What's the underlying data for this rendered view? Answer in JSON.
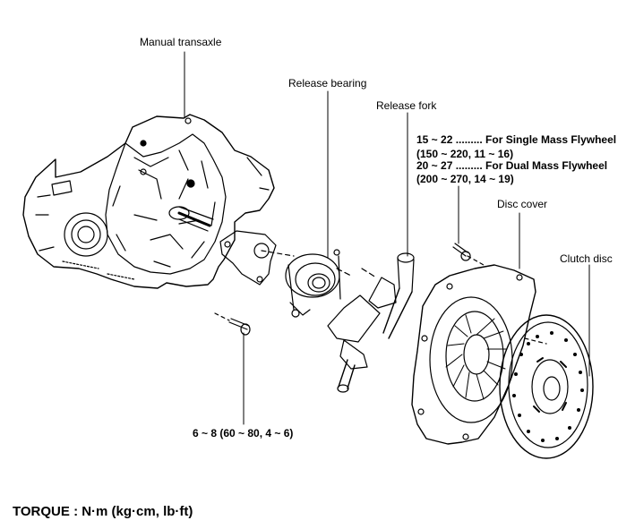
{
  "labels": {
    "manual_transaxle": "Manual  transaxle",
    "release_bearing": "Release bearing",
    "release_fork": "Release fork",
    "disc_cover": "Disc cover",
    "clutch_disc": "Clutch disc",
    "spec_line_1": "15 ~ 22 ......... For Single Mass Flywheel",
    "spec_line_2": "(150 ~ 220, 11 ~ 16)",
    "spec_line_3": "20 ~ 27 ......... For Dual Mass Flywheel",
    "spec_line_4": "(200 ~ 270, 14 ~ 19)",
    "bolt_torque": "6 ~ 8 (60 ~ 80, 4 ~ 6)",
    "torque_unit": "TORQUE : N·m (kg·cm, lb·ft)"
  }
}
